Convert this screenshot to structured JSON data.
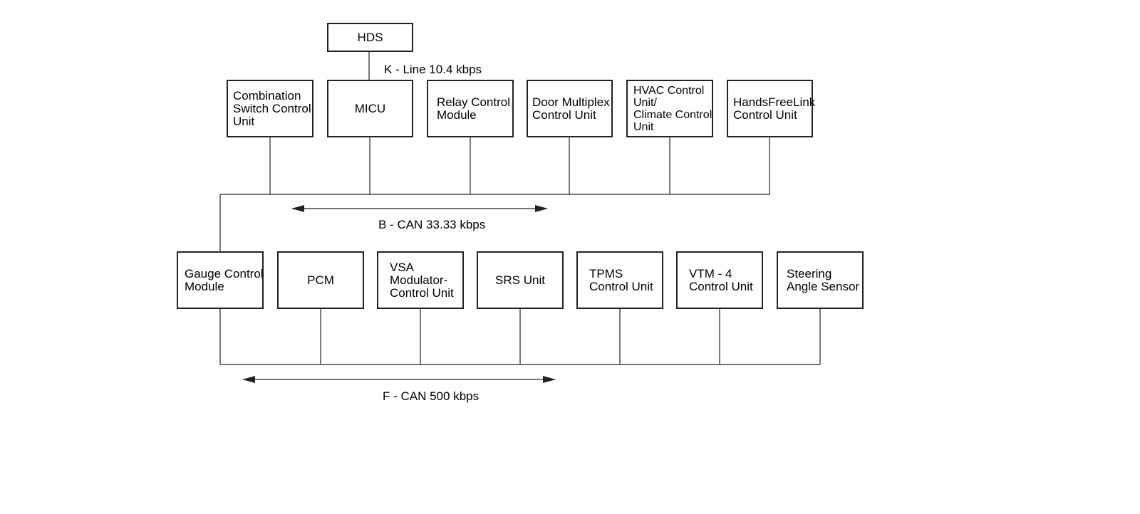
{
  "hds": {
    "label": "HDS"
  },
  "k_line": {
    "label": "K - Line 10.4 kbps"
  },
  "b_can": {
    "label": "B - CAN 33.33 kbps",
    "units": [
      {
        "id": "combination-switch-control-unit",
        "label": "Combination\nSwitch Control\nUnit"
      },
      {
        "id": "micu",
        "label": "MICU"
      },
      {
        "id": "relay-control-module",
        "label": "Relay Control\nModule"
      },
      {
        "id": "door-multiplex-control-unit",
        "label": "Door Multiplex\nControl Unit"
      },
      {
        "id": "hvac-control-unit",
        "label": "HVAC Control\nUnit/\nClimate Control\nUnit"
      },
      {
        "id": "handsfreelink-control-unit",
        "label": "HandsFreeLink\nControl Unit"
      }
    ]
  },
  "f_can": {
    "label": "F - CAN 500 kbps",
    "units": [
      {
        "id": "gauge-control-module",
        "label": "Gauge Control\nModule"
      },
      {
        "id": "pcm",
        "label": "PCM"
      },
      {
        "id": "vsa-modulator-control-unit",
        "label": "VSA\nModulator-\nControl Unit"
      },
      {
        "id": "srs-unit",
        "label": "SRS Unit"
      },
      {
        "id": "tpms-control-unit",
        "label": "TPMS\nControl Unit"
      },
      {
        "id": "vtm-4-control-unit",
        "label": "VTM - 4\nControl Unit"
      },
      {
        "id": "steering-angle-sensor",
        "label": "Steering\nAngle Sensor"
      }
    ]
  },
  "colors": {
    "line": "#222222",
    "box_border": "#222222",
    "text": "#000000"
  }
}
